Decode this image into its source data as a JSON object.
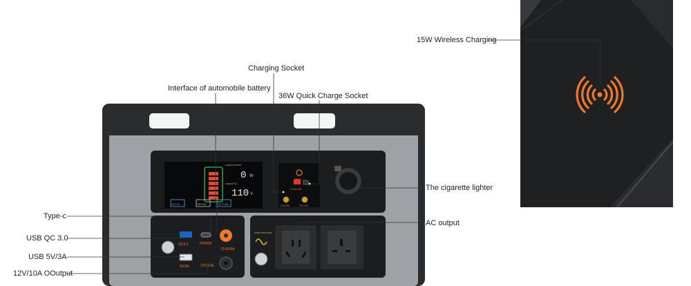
{
  "callouts": {
    "wireless_charging": "15W Wireless Charging",
    "charging_socket": "Charging Socket",
    "car_battery_interface": "Interface of automobile battery",
    "quick_charge_socket": "36W Quick Charge Socket",
    "cigarette_lighter": "The cigarette lighter",
    "type_c": "Type-c",
    "usb_qc": "USB QC 3.0",
    "usb_5v": "USB 5V/3A",
    "dc_output": "12V/10A OOutput",
    "ac_output": "AC output"
  },
  "device": {
    "display": {
      "output_power_label": "output power",
      "output_power_value": "0",
      "output_power_unit": "W",
      "output_ac_label": "output AC",
      "output_ac_value": "110",
      "output_ac_unit": "V",
      "indicator_1": "OUT AC",
      "indicator_2": "OUT DC",
      "indicator_3": "OUT USB"
    },
    "port_labels": {
      "qc": "QC3.0",
      "pd": "PD65W",
      "car_out": "13.8V/5A",
      "usb": "5V/3A",
      "dc": "12V/10A",
      "charge_in": "21.5V/10A",
      "charge_a": "21.5V/5A",
      "charge_b": "12V~36V",
      "wave": "PURE SINE WAVE"
    }
  },
  "colors": {
    "accent": "#f07a2a",
    "panel": "#1c1d1f",
    "body": "#9ea1a6",
    "handle": "#2b2c2e"
  }
}
